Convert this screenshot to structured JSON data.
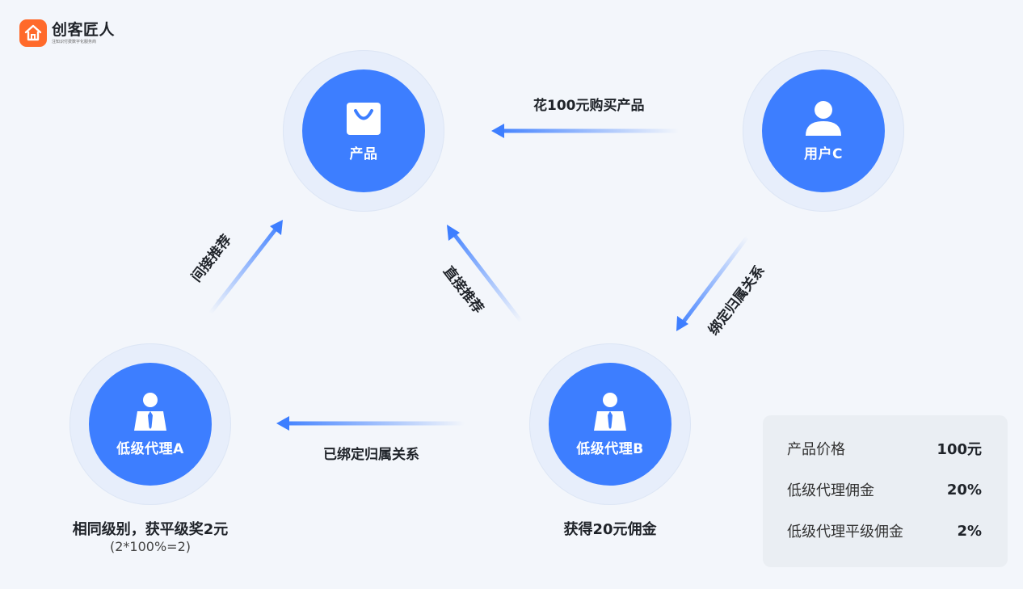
{
  "logo": {
    "name": "创客匠人",
    "slogan": "注知识付费数字化服务商"
  },
  "nodes": {
    "product": {
      "label": "产品",
      "icon": "shopping-bag-icon"
    },
    "user_c": {
      "label": "用户C",
      "icon": "user-icon"
    },
    "agent_a": {
      "label": "低级代理A",
      "icon": "agent-tie-icon"
    },
    "agent_b": {
      "label": "低级代理B",
      "icon": "agent-tie-icon"
    }
  },
  "edges": {
    "buy": "花100元购买产品",
    "indirect": "间接推荐",
    "direct": "直接推荐",
    "bind": "绑定归属关系",
    "bound": "已绑定归属关系"
  },
  "captions": {
    "agent_a": "相同级别，获平级奖2元",
    "agent_a_formula": "(2*100%=2)",
    "agent_b": "获得20元佣金"
  },
  "panel": {
    "rows": [
      {
        "label": "产品价格",
        "value": "100元"
      },
      {
        "label": "低级代理佣金",
        "value": "20%"
      },
      {
        "label": "低级代理平级佣金",
        "value": "2%"
      }
    ]
  },
  "colors": {
    "accent": "#3d7eff",
    "halo": "#e7eefb",
    "logo": "#ff6a2b",
    "background": "#f3f6fb"
  }
}
